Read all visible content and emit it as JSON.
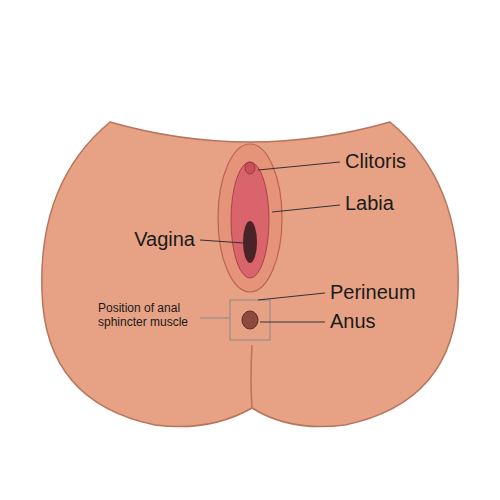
{
  "diagram": {
    "labels": [
      "Clitoris",
      "Labia",
      "Vagina",
      "Perineum",
      "Anus",
      "Position of anal sphincter muscle"
    ]
  }
}
